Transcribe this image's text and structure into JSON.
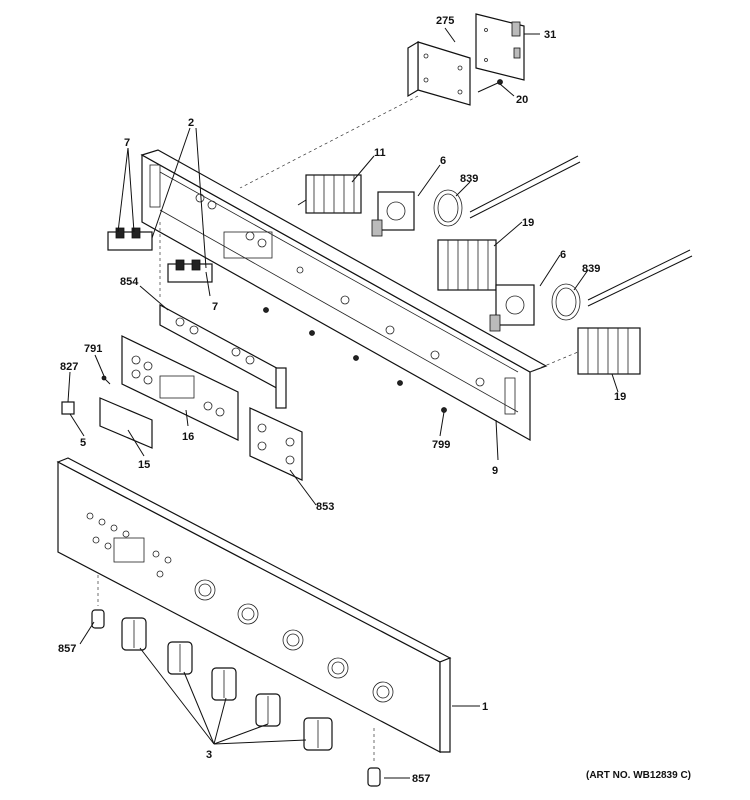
{
  "labels": {
    "l275": "275",
    "l31": "31",
    "l20": "20",
    "l2": "2",
    "l7a": "7",
    "l7b": "7",
    "l11": "11",
    "l6a": "6",
    "l839a": "839",
    "l19a": "19",
    "l6b": "6",
    "l839b": "839",
    "l19b": "19",
    "l854": "854",
    "l791": "791",
    "l827": "827",
    "l5": "5",
    "l16": "16",
    "l15": "15",
    "l799": "799",
    "l9": "9",
    "l853": "853",
    "l857a": "857",
    "l1": "1",
    "l3": "3",
    "l857b": "857"
  },
  "art_number": "(ART NO. WB12839 C)"
}
